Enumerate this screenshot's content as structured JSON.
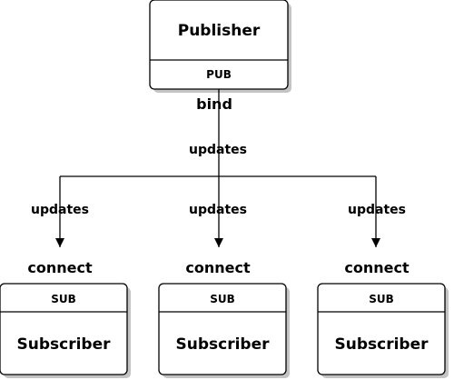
{
  "publisher": {
    "title": "Publisher",
    "socket": "PUB",
    "action": "bind"
  },
  "trunk_label": "updates",
  "subscribers": [
    {
      "title": "Subscriber",
      "socket": "SUB",
      "action": "connect",
      "edge_label": "updates"
    },
    {
      "title": "Subscriber",
      "socket": "SUB",
      "action": "connect",
      "edge_label": "updates"
    },
    {
      "title": "Subscriber",
      "socket": "SUB",
      "action": "connect",
      "edge_label": "updates"
    }
  ],
  "colors": {
    "stroke": "#000000",
    "fill": "#ffffff",
    "shadow": "#c4c4c4"
  }
}
